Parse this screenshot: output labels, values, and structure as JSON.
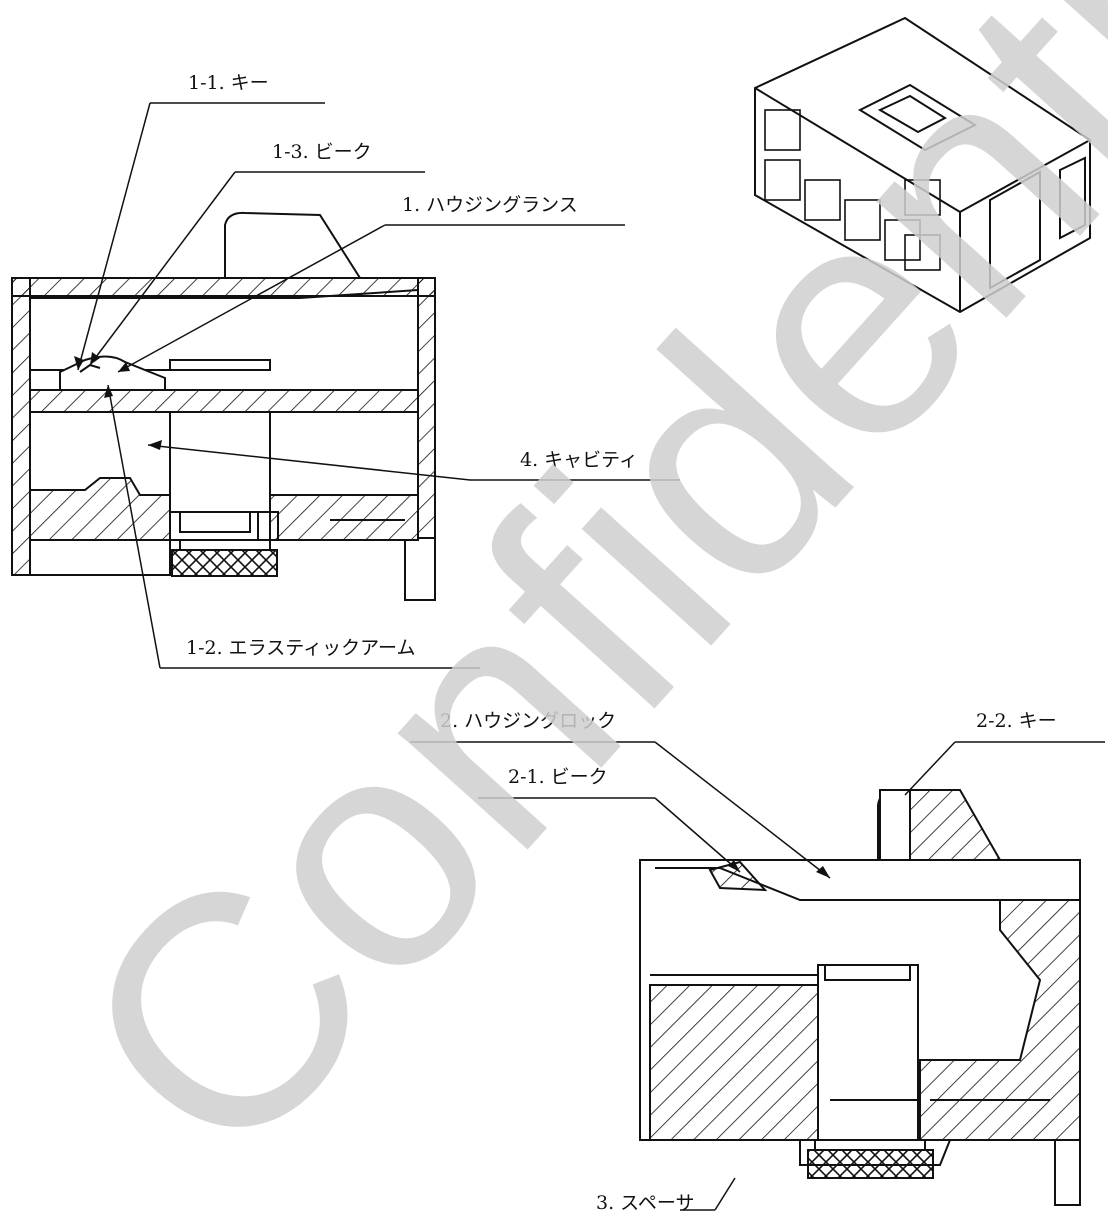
{
  "labels": {
    "key_1_1": "1-1. キー",
    "beak_1_3": "1-3. ビーク",
    "housing_lance": "1. ハウジングランス",
    "cavity": "4. キャビティ",
    "elastic_arm": "1-2. エラスティックアーム",
    "housing_lock": "2. ハウジングロック",
    "key_2_2": "2-2. キー",
    "beak_2_1": "2-1. ビーク",
    "spacer": "3. スペーサ"
  },
  "watermark": {
    "text": "Confidential",
    "color": "#cfcfcf"
  },
  "colors": {
    "line": "#111111",
    "background": "#ffffff"
  }
}
